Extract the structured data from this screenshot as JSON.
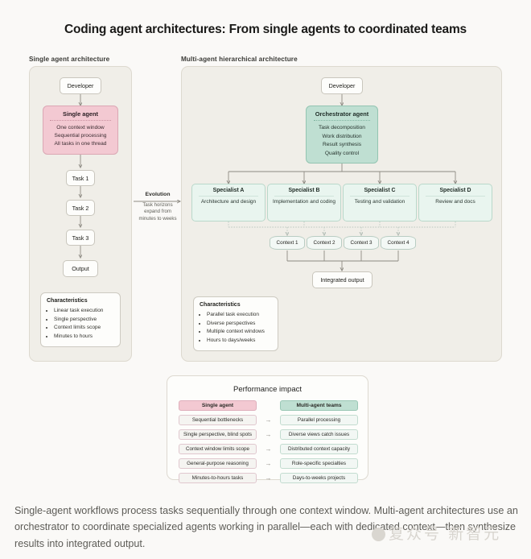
{
  "title": "Coding agent architectures: From single agents to coordinated teams",
  "panels": {
    "single": {
      "label": "Single agent architecture",
      "developer": "Developer",
      "agent": {
        "header": "Single agent",
        "items": [
          "One context window",
          "Sequential processing",
          "All tasks in one thread"
        ]
      },
      "tasks": [
        "Task 1",
        "Task 2",
        "Task 3"
      ],
      "output": "Output",
      "characteristics": {
        "header": "Characteristics",
        "items": [
          "Linear task execution",
          "Single perspective",
          "Context limits scope",
          "Minutes to hours"
        ]
      }
    },
    "multi": {
      "label": "Multi-agent hierarchical architecture",
      "developer": "Developer",
      "orchestrator": {
        "header": "Orchestrator agent",
        "items": [
          "Task decomposition",
          "Work distribution",
          "Result synthesis",
          "Quality control"
        ]
      },
      "specialists": [
        {
          "header": "Specialist A",
          "body": "Architecture and design"
        },
        {
          "header": "Specialist B",
          "body": "Implementation and coding"
        },
        {
          "header": "Specialist C",
          "body": "Testing and validation"
        },
        {
          "header": "Specialist D",
          "body": "Review and docs"
        }
      ],
      "contexts": [
        "Context 1",
        "Context 2",
        "Context 3",
        "Context 4"
      ],
      "integrated_output": "Integrated output",
      "characteristics": {
        "header": "Characteristics",
        "items": [
          "Parallel task execution",
          "Diverse perspectives",
          "Multiple context windows",
          "Hours to days/weeks"
        ]
      }
    }
  },
  "evolution": {
    "title": "Evolution",
    "subtitle": "Task horizons expand from minutes to weeks"
  },
  "performance": {
    "title": "Performance impact",
    "header_left": "Single agent",
    "header_right": "Multi-agent teams",
    "arrow": "→",
    "rows": [
      {
        "left": "Sequential bottlenecks",
        "right": "Parallel processing"
      },
      {
        "left": "Single perspective, blind spots",
        "right": "Diverse views catch issues"
      },
      {
        "left": "Context window limits scope",
        "right": "Distributed context capacity"
      },
      {
        "left": "General-purpose reasoning",
        "right": "Role-specific specialties"
      },
      {
        "left": "Minutes-to-hours tasks",
        "right": "Days-to-weeks projects"
      }
    ]
  },
  "caption": "Single-agent workflows process tasks sequentially through one context window. Multi-agent architectures use an orchestrator to coordinate specialized agents working in parallel—each with dedicated context—then synthesize results into integrated output.",
  "watermark": "复众号  新智元",
  "colors": {
    "background": "#faf9f7",
    "panel": "#f0eee8",
    "single_agent_pink": "#f3c9d2",
    "orchestrator_green": "#bfdfd2",
    "specialist_green": "#e9f5ef",
    "node_white": "#fdfdfb",
    "stroke": "#c9c6bd",
    "text": "#1f1f1d"
  },
  "chart_data": {
    "type": "diagram",
    "title": "Coding agent architectures: From single agents to coordinated teams",
    "subtype": "flow-comparison"
  }
}
